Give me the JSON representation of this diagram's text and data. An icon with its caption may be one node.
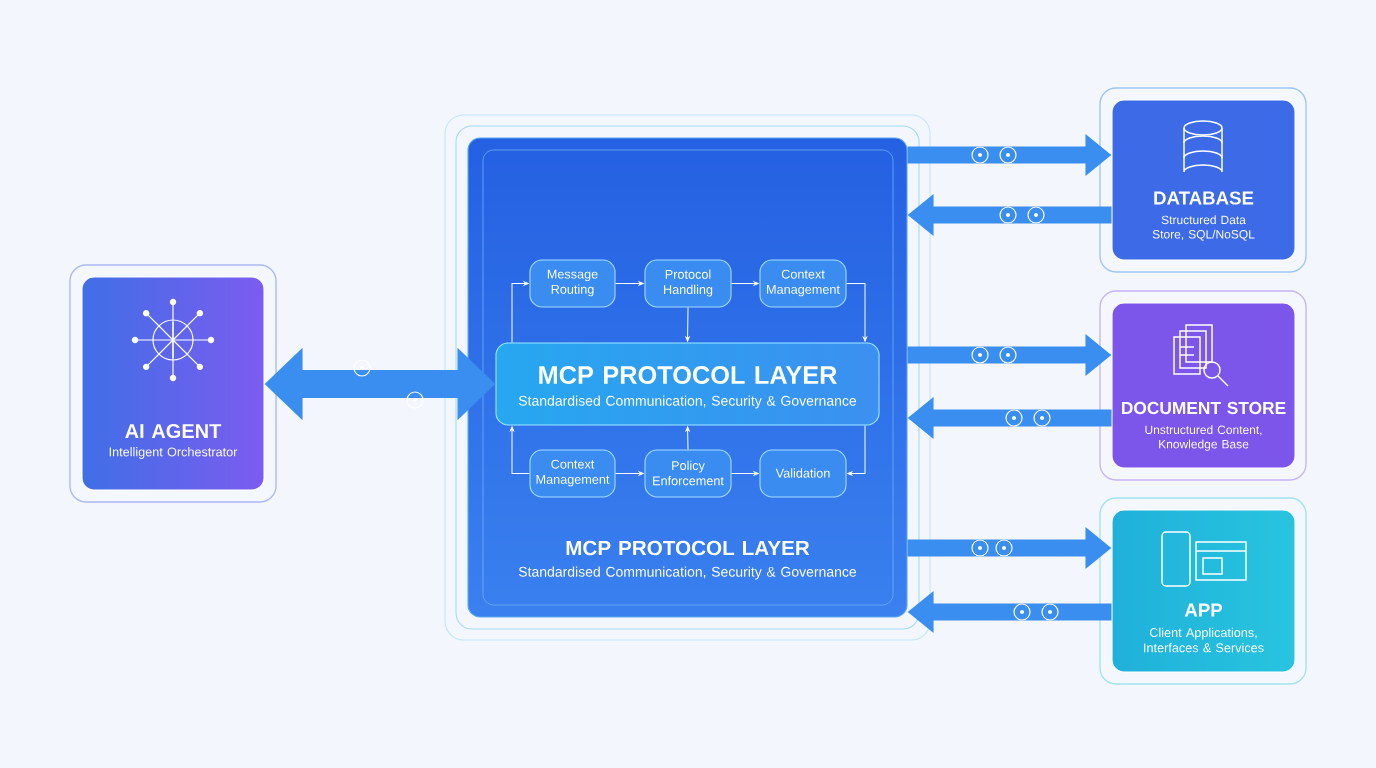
{
  "diagram": {
    "nodes": [
      {
        "text": [
          "AI AGENT",
          "Intelligent Orchestrator"
        ]
      },
      {
        "text": [
          "MCP PROTOCOL LAYER",
          "Standardised Communication, Security & Governance"
        ]
      },
      {
        "text": [
          "Message Routing"
        ],
        "in": 1
      },
      {
        "text": [
          "Protocol Handling"
        ],
        "in": 1
      },
      {
        "text": [
          "Context Management"
        ],
        "in": 1
      },
      {
        "text": [
          "MCP PROTOCOL LAYER",
          "Standardised Communication, Security & Governance"
        ],
        "in": 1
      },
      {
        "text": [
          "Context Management"
        ],
        "in": 1
      },
      {
        "text": [
          "Policy Enforcement"
        ],
        "in": 1
      },
      {
        "text": [
          "Validation"
        ],
        "in": 1
      },
      {
        "text": [
          "DATABASE",
          "Structured Data Store, SQL/NoSQL"
        ]
      },
      {
        "text": [
          "DOCUMENT STORE",
          "Unstructured Content, Knowledge Base"
        ]
      },
      {
        "text": [
          "APP",
          "Client Applications, Interfaces & Services"
        ]
      }
    ],
    "edges": [
      {
        "from": 0,
        "to": 5,
        "arrow": "both",
        "style": "thick",
        "color": "#3a8ef0"
      },
      {
        "from": 1,
        "to": 9,
        "arrow": "to",
        "style": "thick",
        "color": "#3a8ef0"
      },
      {
        "from": 9,
        "to": 1,
        "arrow": "to",
        "style": "thick",
        "color": "#3a8ef0"
      },
      {
        "from": 1,
        "to": 10,
        "arrow": "to",
        "style": "thick",
        "color": "#3a8ef0"
      },
      {
        "from": 10,
        "to": 1,
        "arrow": "to",
        "style": "thick",
        "color": "#3a8ef0"
      },
      {
        "from": 1,
        "to": 11,
        "arrow": "to",
        "style": "thick",
        "color": "#3a8ef0"
      },
      {
        "from": 11,
        "to": 1,
        "arrow": "to",
        "style": "thick",
        "color": "#3a8ef0"
      },
      {
        "from": 2,
        "to": 3,
        "arrow": "to"
      },
      {
        "from": 3,
        "to": 4,
        "arrow": "to"
      },
      {
        "from": 4,
        "to": 5,
        "arrow": "to"
      },
      {
        "from": 5,
        "to": 2,
        "arrow": "to"
      },
      {
        "from": 3,
        "to": 5,
        "arrow": "to"
      },
      {
        "from": 6,
        "to": 7,
        "arrow": "to"
      },
      {
        "from": 7,
        "to": 8,
        "arrow": "to"
      },
      {
        "from": 6,
        "to": 5,
        "arrow": "to"
      },
      {
        "from": 7,
        "to": 5,
        "arrow": "to"
      },
      {
        "from": 5,
        "to": 8,
        "arrow": "to"
      }
    ]
  }
}
